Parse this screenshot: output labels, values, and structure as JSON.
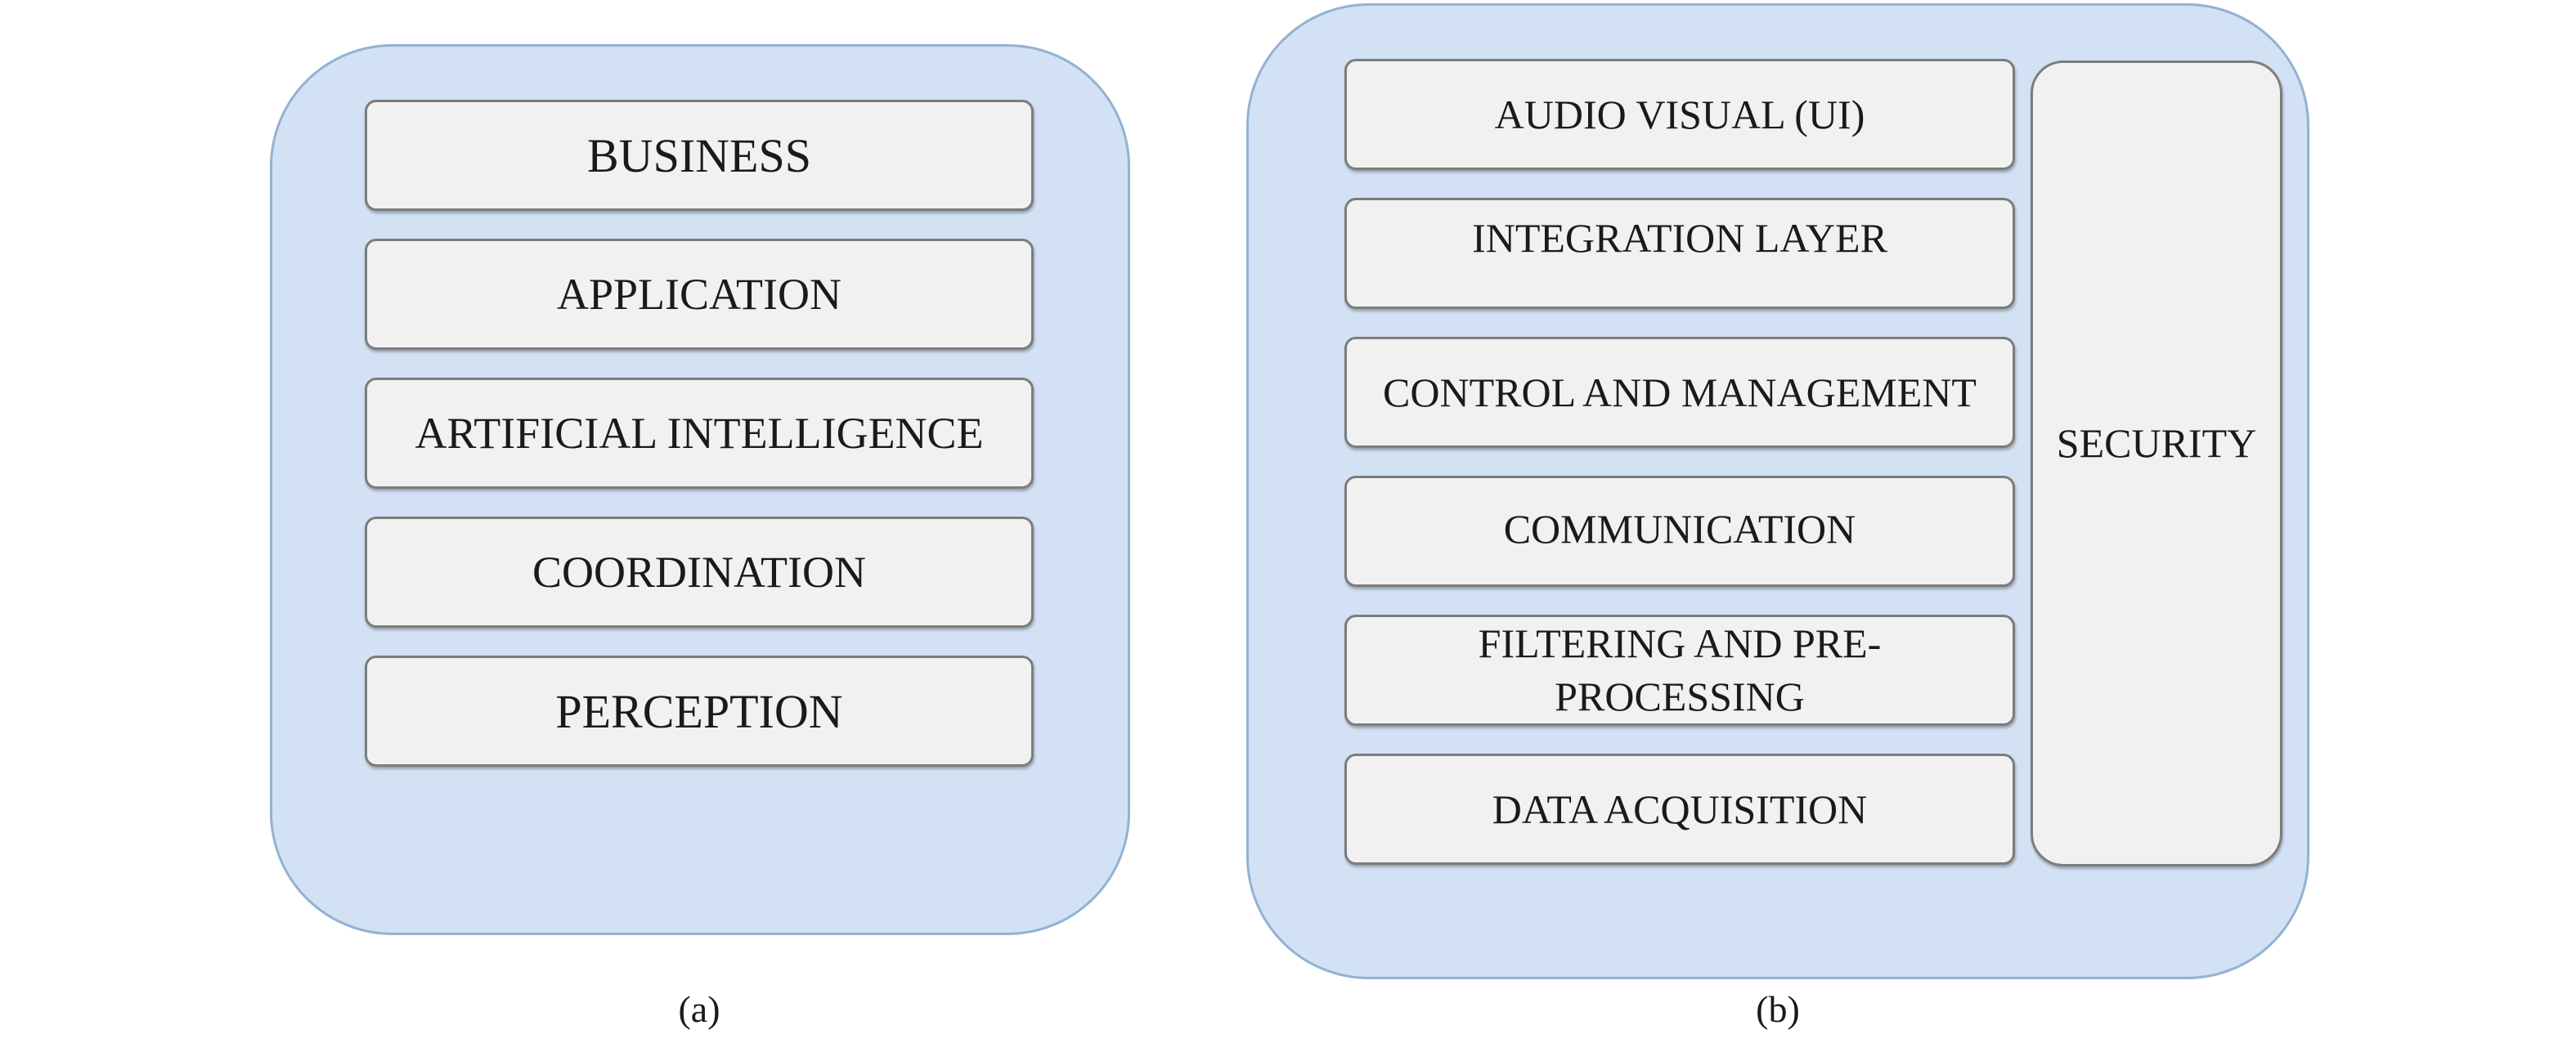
{
  "diagram_a": {
    "caption": "(a)",
    "layers": [
      {
        "label": "BUSINESS"
      },
      {
        "label": "APPLICATION"
      },
      {
        "label": "ARTIFICIAL INTELLIGENCE"
      },
      {
        "label": "COORDINATION"
      },
      {
        "label": "PERCEPTION"
      }
    ]
  },
  "diagram_b": {
    "caption": "(b)",
    "layers": [
      {
        "label": "AUDIO VISUAL (UI)"
      },
      {
        "label": "INTEGRATION LAYER"
      },
      {
        "label": "CONTROL AND MANAGEMENT"
      },
      {
        "label": "COMMUNICATION"
      },
      {
        "label": "FILTERING AND PRE-PROCESSING"
      },
      {
        "label": "DATA ACQUISITION"
      }
    ],
    "side_layer": {
      "label": "SECURITY"
    }
  },
  "colors": {
    "panel_fill": "#d2e2f4",
    "panel_border": "#93b1d3",
    "box_fill": "#f1f1f1",
    "box_border": "#7c7c7c"
  }
}
